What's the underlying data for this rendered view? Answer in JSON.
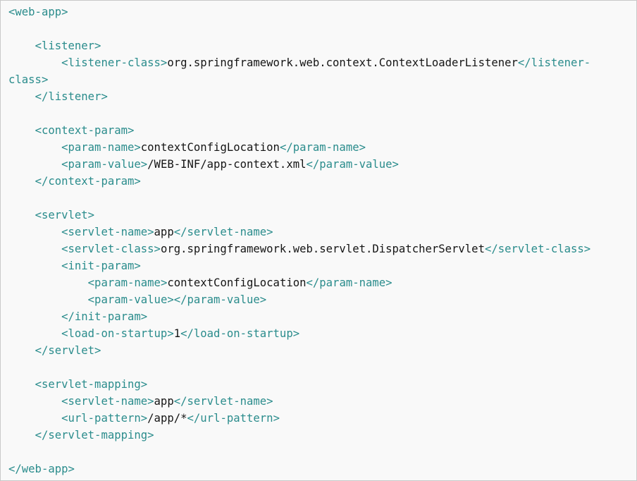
{
  "code": {
    "language": "xml",
    "lines": [
      [
        {
          "t": "tag",
          "v": "<web-app>"
        }
      ],
      [],
      [
        {
          "t": "text",
          "v": "    "
        },
        {
          "t": "tag",
          "v": "<listener>"
        }
      ],
      [
        {
          "t": "text",
          "v": "        "
        },
        {
          "t": "tag",
          "v": "<listener-class>"
        },
        {
          "t": "text",
          "v": "org.springframework.web.context.ContextLoaderListener"
        },
        {
          "t": "tag",
          "v": "</listener-"
        }
      ],
      [
        {
          "t": "tag",
          "v": "class>"
        }
      ],
      [
        {
          "t": "text",
          "v": "    "
        },
        {
          "t": "tag",
          "v": "</listener>"
        }
      ],
      [],
      [
        {
          "t": "text",
          "v": "    "
        },
        {
          "t": "tag",
          "v": "<context-param>"
        }
      ],
      [
        {
          "t": "text",
          "v": "        "
        },
        {
          "t": "tag",
          "v": "<param-name>"
        },
        {
          "t": "text",
          "v": "contextConfigLocation"
        },
        {
          "t": "tag",
          "v": "</param-name>"
        }
      ],
      [
        {
          "t": "text",
          "v": "        "
        },
        {
          "t": "tag",
          "v": "<param-value>"
        },
        {
          "t": "text",
          "v": "/WEB-INF/app-context.xml"
        },
        {
          "t": "tag",
          "v": "</param-value>"
        }
      ],
      [
        {
          "t": "text",
          "v": "    "
        },
        {
          "t": "tag",
          "v": "</context-param>"
        }
      ],
      [],
      [
        {
          "t": "text",
          "v": "    "
        },
        {
          "t": "tag",
          "v": "<servlet>"
        }
      ],
      [
        {
          "t": "text",
          "v": "        "
        },
        {
          "t": "tag",
          "v": "<servlet-name>"
        },
        {
          "t": "text",
          "v": "app"
        },
        {
          "t": "tag",
          "v": "</servlet-name>"
        }
      ],
      [
        {
          "t": "text",
          "v": "        "
        },
        {
          "t": "tag",
          "v": "<servlet-class>"
        },
        {
          "t": "text",
          "v": "org.springframework.web.servlet.DispatcherServlet"
        },
        {
          "t": "tag",
          "v": "</servlet-class>"
        }
      ],
      [
        {
          "t": "text",
          "v": "        "
        },
        {
          "t": "tag",
          "v": "<init-param>"
        }
      ],
      [
        {
          "t": "text",
          "v": "            "
        },
        {
          "t": "tag",
          "v": "<param-name>"
        },
        {
          "t": "text",
          "v": "contextConfigLocation"
        },
        {
          "t": "tag",
          "v": "</param-name>"
        }
      ],
      [
        {
          "t": "text",
          "v": "            "
        },
        {
          "t": "tag",
          "v": "<param-value></param-value>"
        }
      ],
      [
        {
          "t": "text",
          "v": "        "
        },
        {
          "t": "tag",
          "v": "</init-param>"
        }
      ],
      [
        {
          "t": "text",
          "v": "        "
        },
        {
          "t": "tag",
          "v": "<load-on-startup>"
        },
        {
          "t": "text",
          "v": "1"
        },
        {
          "t": "tag",
          "v": "</load-on-startup>"
        }
      ],
      [
        {
          "t": "text",
          "v": "    "
        },
        {
          "t": "tag",
          "v": "</servlet>"
        }
      ],
      [],
      [
        {
          "t": "text",
          "v": "    "
        },
        {
          "t": "tag",
          "v": "<servlet-mapping>"
        }
      ],
      [
        {
          "t": "text",
          "v": "        "
        },
        {
          "t": "tag",
          "v": "<servlet-name>"
        },
        {
          "t": "text",
          "v": "app"
        },
        {
          "t": "tag",
          "v": "</servlet-name>"
        }
      ],
      [
        {
          "t": "text",
          "v": "        "
        },
        {
          "t": "tag",
          "v": "<url-pattern>"
        },
        {
          "t": "text",
          "v": "/app/*"
        },
        {
          "t": "tag",
          "v": "</url-pattern>"
        }
      ],
      [
        {
          "t": "text",
          "v": "    "
        },
        {
          "t": "tag",
          "v": "</servlet-mapping>"
        }
      ],
      [],
      [
        {
          "t": "tag",
          "v": "</web-app>"
        }
      ]
    ]
  },
  "colors": {
    "background": "#f9f9f9",
    "border": "#c9c9c9",
    "tag": "#2a8c8c",
    "text": "#151515"
  }
}
